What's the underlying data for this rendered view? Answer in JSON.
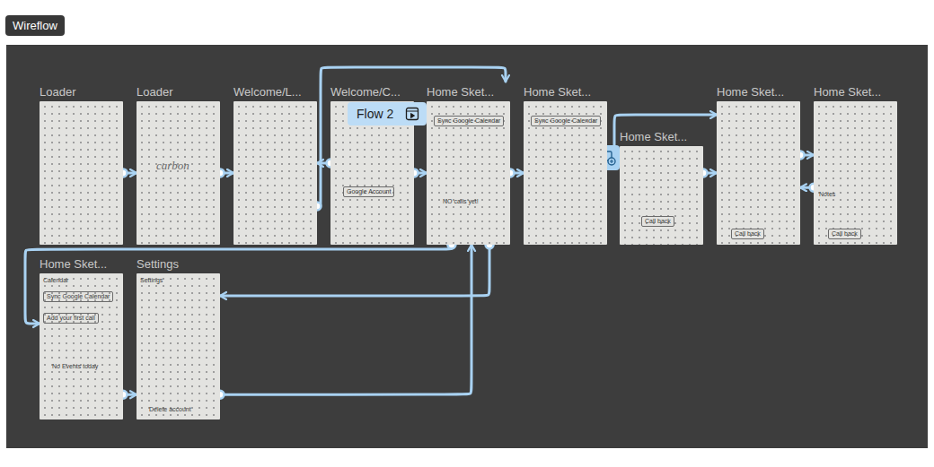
{
  "diagram": {
    "nodes": [
      {
        "text": [
          "Wireflow"
        ]
      },
      {
        "text": [
          "Loader"
        ],
        "in": 0
      },
      {
        "text": [
          "Loader",
          "carbon"
        ],
        "in": 0
      },
      {
        "text": [
          "Welcome/L..."
        ],
        "in": 0
      },
      {
        "text": [
          "Welcome/C...",
          "Google Account"
        ],
        "in": 0
      },
      {
        "text": [
          "Home Sket...",
          "Sync Google Calendar",
          "NO calls yet!"
        ],
        "in": 0
      },
      {
        "text": [
          "Home Sket...",
          "Sync Google Calendar"
        ],
        "in": 0
      },
      {
        "text": [
          "Home Sket...",
          "Call back"
        ],
        "in": 0
      },
      {
        "text": [
          "Home Sket...",
          "Call back"
        ],
        "in": 0
      },
      {
        "text": [
          "Home Sket...",
          "Notes",
          "Call back"
        ],
        "in": 0
      },
      {
        "text": [
          "Home Sket...",
          "Calendar",
          "Sync Google Calendar",
          "Add your first call",
          "No Events today"
        ],
        "in": 0
      },
      {
        "text": [
          "Settings",
          "Settings",
          "Delete account"
        ],
        "in": 0
      },
      {
        "text": [
          "Flow 2"
        ],
        "in": 0
      }
    ],
    "edges": [
      {
        "from": 1,
        "to": 2,
        "arrow": "to"
      },
      {
        "from": 2,
        "to": 3,
        "arrow": "to"
      },
      {
        "from": 3,
        "to": 5,
        "arrow": "to"
      },
      {
        "from": 4,
        "to": 3,
        "arrow": "to"
      },
      {
        "from": 4,
        "to": 5,
        "arrow": "to"
      },
      {
        "from": 5,
        "to": 6,
        "arrow": "to"
      },
      {
        "from": 6,
        "to": 8,
        "arrow": "to"
      },
      {
        "from": 7,
        "to": 8,
        "arrow": "to"
      },
      {
        "from": 8,
        "to": 9,
        "arrow": "to"
      },
      {
        "from": 9,
        "to": 8,
        "arrow": "to"
      },
      {
        "from": 5,
        "to": 10,
        "arrow": "to"
      },
      {
        "from": 5,
        "to": 11,
        "arrow": "to"
      },
      {
        "from": 10,
        "to": 11,
        "arrow": "to"
      },
      {
        "from": 11,
        "to": 5,
        "arrow": "to"
      }
    ]
  }
}
